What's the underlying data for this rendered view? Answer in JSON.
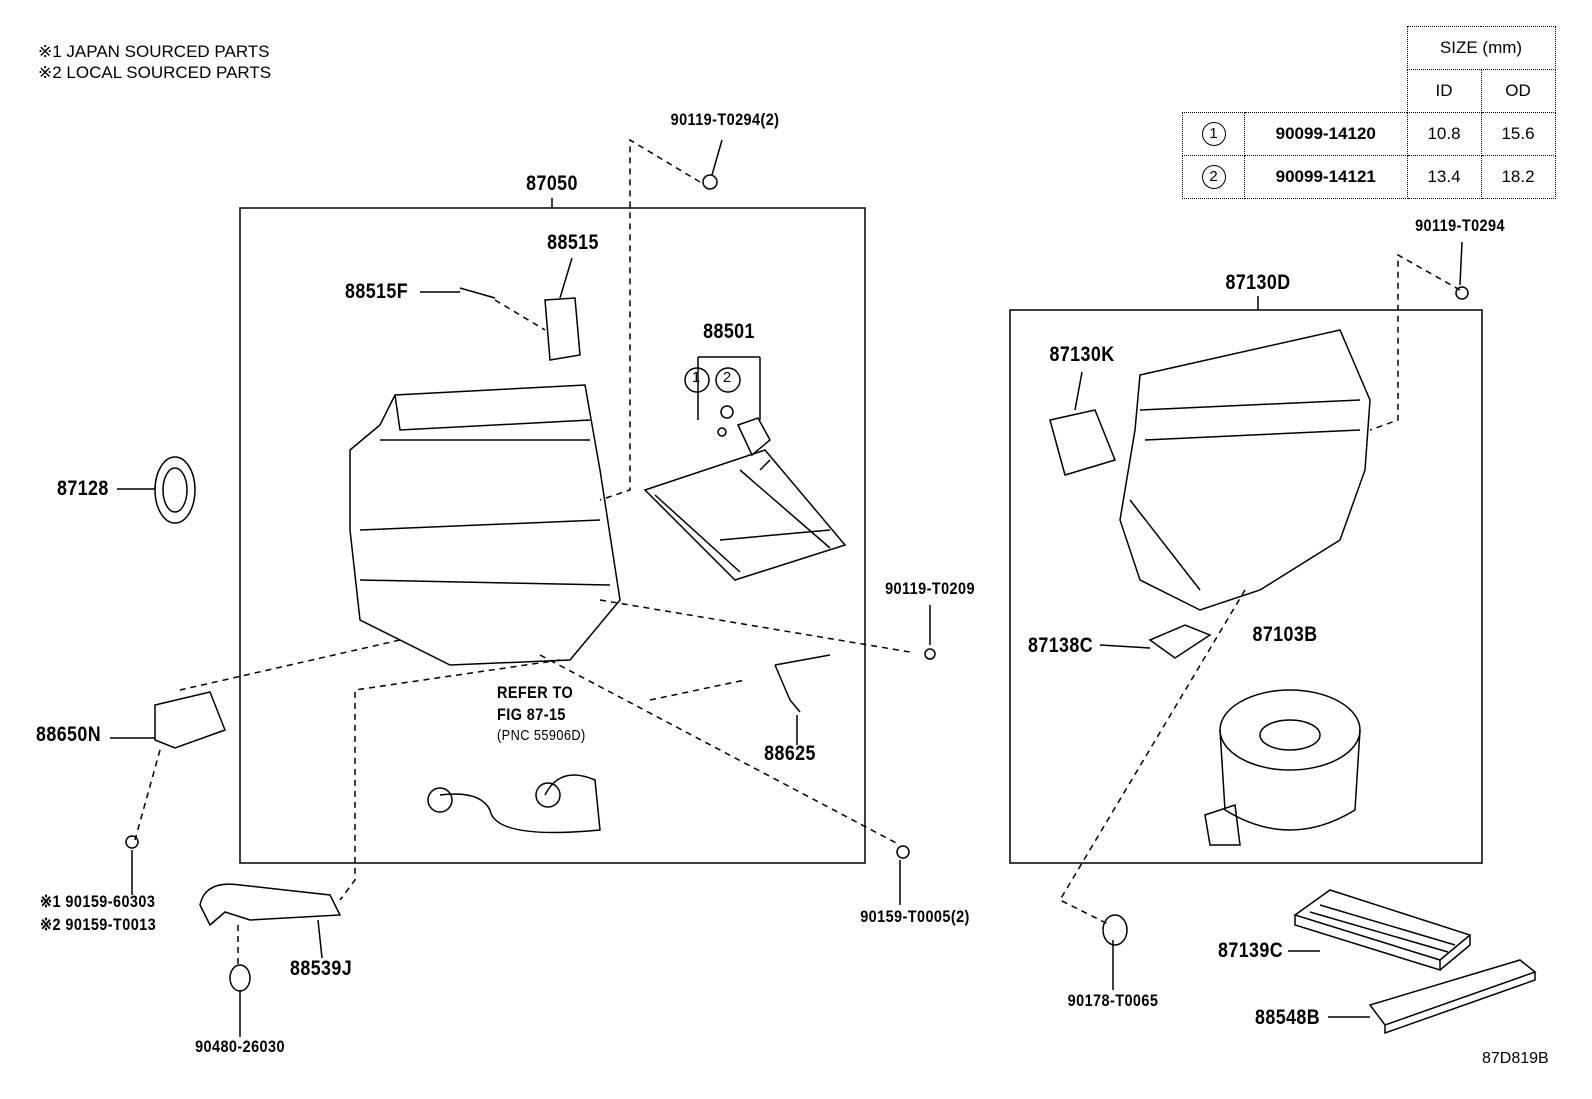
{
  "notes": [
    "※1 JAPAN SOURCED PARTS",
    "※2 LOCAL SOURCED PARTS"
  ],
  "size_table": {
    "header": "SIZE (mm)",
    "cols": [
      "ID",
      "OD"
    ],
    "rows": [
      {
        "ref": "1",
        "part": "90099-14120",
        "id": "10.8",
        "od": "15.6"
      },
      {
        "ref": "2",
        "part": "90099-14121",
        "id": "13.4",
        "od": "18.2"
      }
    ]
  },
  "labels": {
    "p90119_T0294_2": "90119-T0294(2)",
    "p87050": "87050",
    "p88515": "88515",
    "p88515F": "88515F",
    "p88501": "88501",
    "p87128": "87128",
    "p90119_T0209": "90119-T0209",
    "p88650N": "88650N",
    "refer1": "REFER TO",
    "refer2": "FIG 87-15",
    "refer3": "(PNC 55906D)",
    "p88625": "88625",
    "p90159_T0005": "90159-T0005(2)",
    "p90159_60303": "※1 90159-60303",
    "p90159_T0013": "※2 90159-T0013",
    "p88539J": "88539J",
    "p90480": "90480-26030",
    "p90119_T0294": "90119-T0294",
    "p87130D": "87130D",
    "p87130K": "87130K",
    "p87138C": "87138C",
    "p87103B": "87103B",
    "p90178": "90178-T0065",
    "p87139C": "87139C",
    "p88548B": "88548B",
    "fig_id": "87D819B",
    "c1": "1",
    "c2": "2"
  }
}
